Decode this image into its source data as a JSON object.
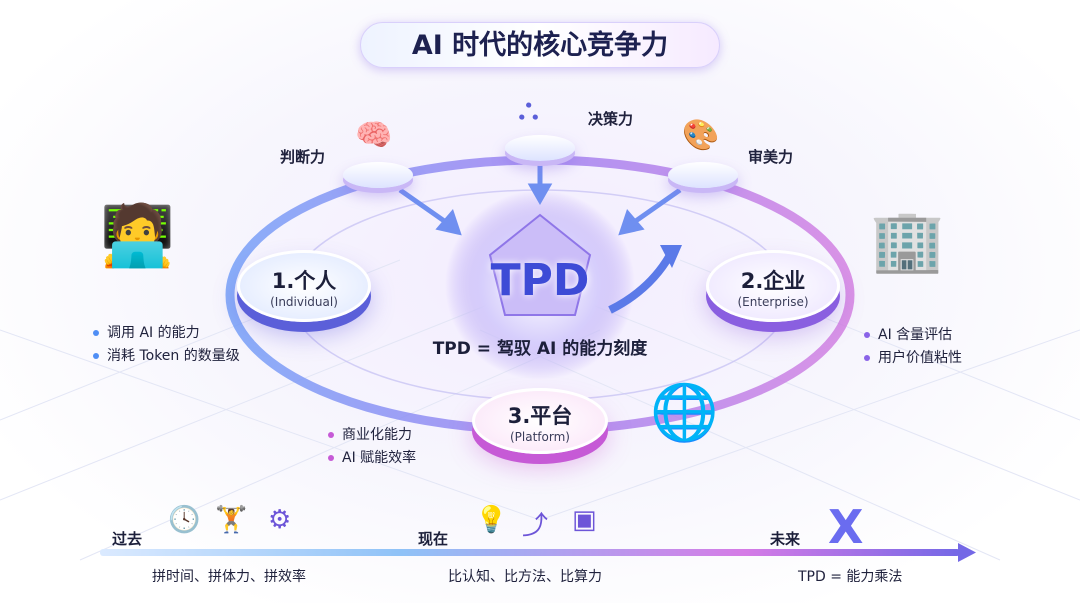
{
  "title": "AI 时代的核心竞争力",
  "top_abilities": [
    {
      "label": "判断力",
      "icon": "brain-icon"
    },
    {
      "label": "决策力",
      "icon": "decision-tree-icon"
    },
    {
      "label": "审美力",
      "icon": "palette-icon"
    }
  ],
  "center": {
    "label": "TPD",
    "equation": "TPD = 驾驭 AI 的能力刻度"
  },
  "nodes": [
    {
      "num": "1.个人",
      "en": "(Individual)",
      "bullets": [
        "调用 AI 的能力",
        "消耗 Token 的数量级"
      ],
      "color": "#4f8ef5"
    },
    {
      "num": "2.企业",
      "en": "(Enterprise)",
      "bullets": [
        "AI 含量评估",
        "用户价值粘性"
      ],
      "color": "#8a63e8"
    },
    {
      "num": "3.平台",
      "en": "(Platform)",
      "bullets": [
        "商业化能力",
        "AI 赋能效率"
      ],
      "color": "#c65ad6"
    }
  ],
  "timeline": [
    {
      "label": "过去",
      "desc": "拼时间、拼体力、拼效率",
      "icons": [
        "clock-icon",
        "weightlifter-icon",
        "gears-icon"
      ]
    },
    {
      "label": "现在",
      "desc": "比认知、比方法、比算力",
      "icons": [
        "lightbulb-brain-icon",
        "strategy-icon",
        "chip-icon"
      ]
    },
    {
      "label": "未来",
      "desc": "TPD = 能力乘法",
      "icons": [
        "x-multiply-icon"
      ]
    }
  ]
}
